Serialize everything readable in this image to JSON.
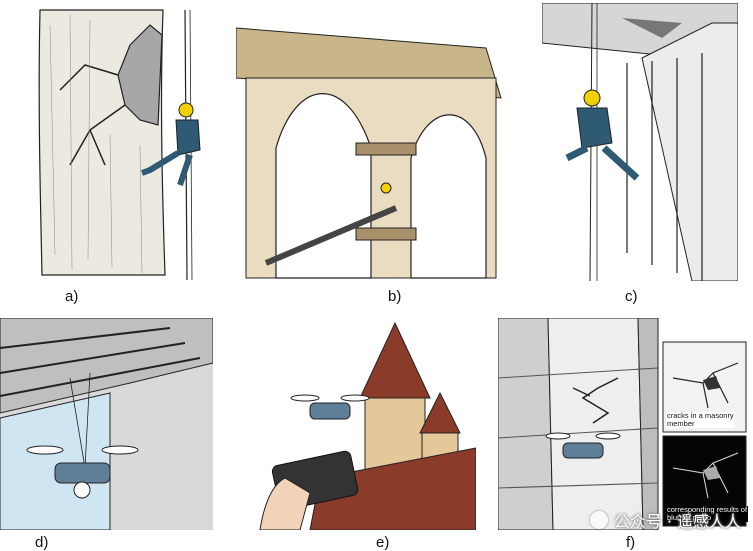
{
  "panels": [
    {
      "id": "a",
      "caption": "a)"
    },
    {
      "id": "b",
      "caption": "b)"
    },
    {
      "id": "c",
      "caption": "c)"
    },
    {
      "id": "d",
      "caption": "d)"
    },
    {
      "id": "e",
      "caption": "e)"
    },
    {
      "id": "f",
      "caption": "f)"
    }
  ],
  "inset_labels": {
    "cracks": "cracks in a masonry\nmember",
    "results": "corresponding results of\nblurred photo"
  },
  "watermark": "公众号 · 遥感人人",
  "colors": {
    "helmet": "#f2d100",
    "suit": "#2f5a73",
    "drone": "#5f7f98",
    "roof": "#8a3b2a",
    "sky": "#cfe6f2"
  }
}
